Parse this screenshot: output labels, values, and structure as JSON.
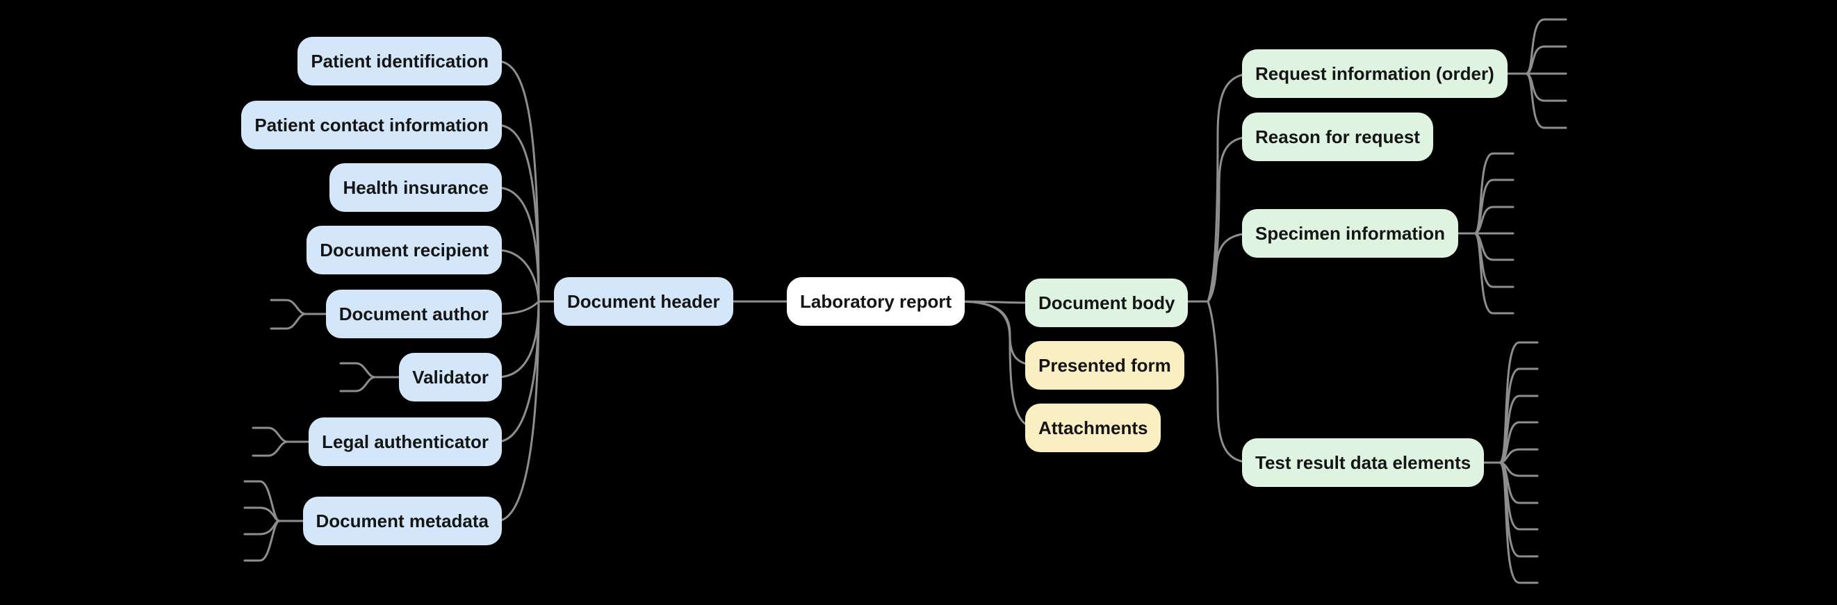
{
  "colors": {
    "background": "#000000",
    "connector_line": "#8e8e8e",
    "branch_blue": "#d4e7fa",
    "branch_green": "#def4e0",
    "branch_yellow": "#f9efc2",
    "root_fill": "#ffffff",
    "text": "#141414"
  },
  "diagram": {
    "root": {
      "label": "Laboratory report"
    },
    "header": {
      "label": "Document header",
      "children": [
        {
          "label": "Patient identification",
          "collapsed_children": 0
        },
        {
          "label": "Patient contact information",
          "collapsed_children": 0
        },
        {
          "label": "Health insurance",
          "collapsed_children": 0
        },
        {
          "label": "Document recipient",
          "collapsed_children": 0
        },
        {
          "label": "Document author",
          "collapsed_children": 2
        },
        {
          "label": "Validator",
          "collapsed_children": 2
        },
        {
          "label": "Legal authenticator",
          "collapsed_children": 2
        },
        {
          "label": "Document metadata",
          "collapsed_children": 4
        }
      ]
    },
    "body": {
      "label": "Document body",
      "children": [
        {
          "label": "Request information (order)",
          "collapsed_children": 5
        },
        {
          "label": "Reason for request",
          "collapsed_children": 0
        },
        {
          "label": "Specimen information",
          "collapsed_children": 7
        },
        {
          "label": "Test result data elements",
          "collapsed_children": 10
        }
      ]
    },
    "presented_form": {
      "label": "Presented form"
    },
    "attachments": {
      "label": "Attachments"
    }
  }
}
